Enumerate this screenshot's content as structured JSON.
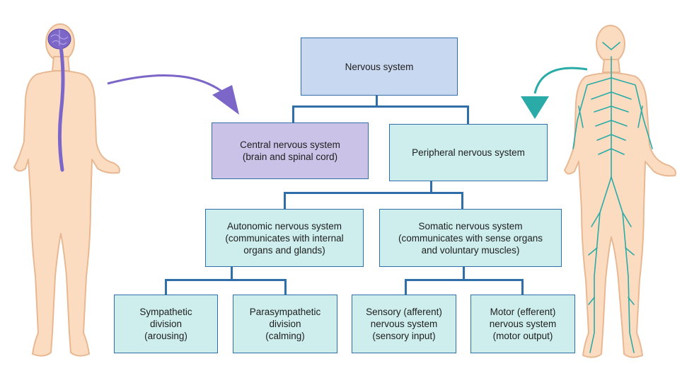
{
  "colors": {
    "box_border": "#2f6ea9",
    "root_fill": "#c9d8f1",
    "central_fill": "#cbc3e7",
    "peripheral_fill": "#cdeeed",
    "skin": "#fbdcc0",
    "skin_outline": "#e8b893",
    "brain_purple": "#7c66c8",
    "nerve_teal": "#2aaba7"
  },
  "icons": {
    "left_figure": "human-body-with-brain-and-spinal-cord",
    "right_figure": "human-body-with-peripheral-nerves",
    "left_arrow": "curved-arrow-purple",
    "right_arrow": "curved-arrow-teal"
  },
  "nodes": {
    "root": "Nervous system",
    "central": "Central nervous system\n(brain and spinal cord)",
    "peripheral": "Peripheral nervous system",
    "autonomic": "Autonomic nervous system\n(communicates with internal\norgans and glands)",
    "somatic": "Somatic nervous system\n(communicates with sense organs\nand voluntary muscles)",
    "sympathetic": "Sympathetic\ndivision\n(arousing)",
    "parasympathetic": "Parasympathetic\ndivision\n(calming)",
    "sensory": "Sensory (afferent)\nnervous system\n(sensory input)",
    "motor": "Motor (efferent)\nnervous system\n(motor output)"
  }
}
